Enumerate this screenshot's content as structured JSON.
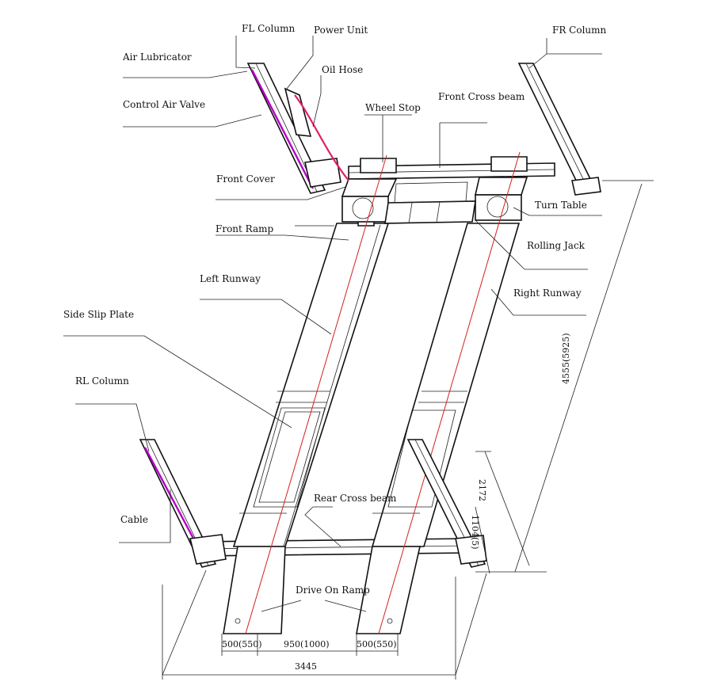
{
  "labels": {
    "fl_column": "FL Column",
    "power_unit": "Power Unit",
    "fr_column": "FR Column",
    "air_lubricator": "Air Lubricator",
    "oil_hose": "Oil Hose",
    "front_cross_beam": "Front Cross  beam",
    "wheel_stop": "Wheel Stop",
    "control_air_valve": "Control Air Valve",
    "front_cover": "Front Cover",
    "turn_table": "Turn Table",
    "front_ramp": "Front Ramp",
    "rolling_jack": "Rolling Jack",
    "left_runway": "Left Runway",
    "right_runway": "Right Runway",
    "side_slip_plate": "Side Slip Plate",
    "rl_column": "RL Column",
    "rear_cross_beam": "Rear Cross beam",
    "cable": "Cable",
    "drive_on_ramp": "Drive On Ramp"
  },
  "dimensions": {
    "length": "4555(5925)",
    "rear_offset": "2172",
    "rear_depth": "1104(5)",
    "ramp_left_width": "500(550)",
    "ramp_gap": "950(1000)",
    "ramp_right_width": "500(550)",
    "total_width": "3445"
  },
  "colors": {
    "line": "#111111",
    "centerline": "#d42020",
    "cable": "#b400c8",
    "hose": "#e0206a"
  }
}
